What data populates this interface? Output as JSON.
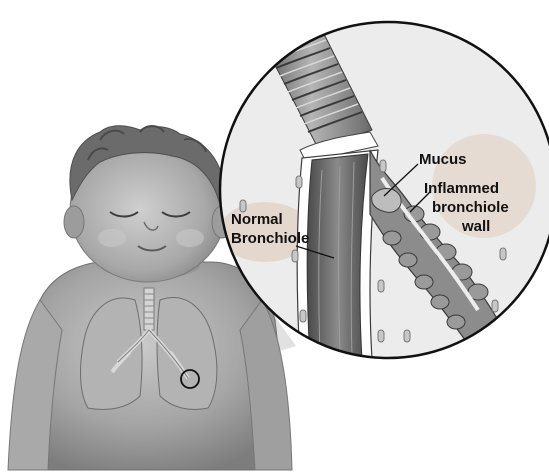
{
  "labels": {
    "normal_line1": "Normal",
    "normal_line2": "Bronchiole",
    "mucus": "Mucus",
    "inflamed_line1": "Inflammed",
    "inflamed_line2": "bronchiole",
    "inflamed_line3": "wall"
  },
  "colors": {
    "background": "#ffffff",
    "skin": "#9a9a9a",
    "skin_light": "#c4c4c4",
    "hair": "#6e6e6e",
    "magnifier_bg": "#ececec",
    "outline": "#222222",
    "label_highlight": "#e6d9cf"
  }
}
